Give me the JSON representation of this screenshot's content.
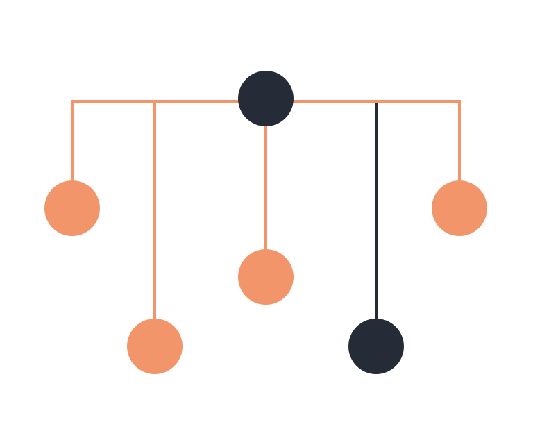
{
  "diagram": {
    "colors": {
      "background": "#ffffff",
      "accent": "#F2956A",
      "dark": "#262B38"
    },
    "nodes": [
      {
        "id": "root",
        "color": "dark"
      },
      {
        "id": "leaf-far-left",
        "color": "accent"
      },
      {
        "id": "leaf-left",
        "color": "accent"
      },
      {
        "id": "leaf-center",
        "color": "accent"
      },
      {
        "id": "leaf-right-dark",
        "color": "dark"
      },
      {
        "id": "leaf-far-right",
        "color": "accent"
      }
    ],
    "edges": [
      {
        "from": "root",
        "to": "leaf-far-left",
        "color": "accent"
      },
      {
        "from": "root",
        "to": "leaf-left",
        "color": "accent"
      },
      {
        "from": "root",
        "to": "leaf-center",
        "color": "accent"
      },
      {
        "from": "root",
        "to": "leaf-right-dark",
        "color": "dark"
      },
      {
        "from": "root",
        "to": "leaf-far-right",
        "color": "accent"
      }
    ]
  }
}
